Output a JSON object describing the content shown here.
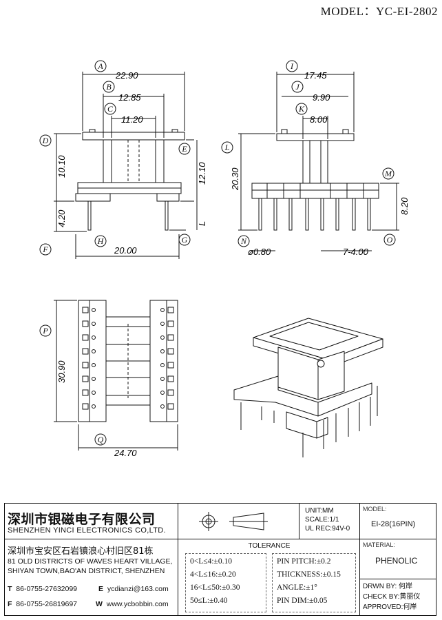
{
  "model": "MODEL：YC-EI-2802",
  "dimensions": {
    "A": "22.90",
    "B": "12.85",
    "C": "11.20",
    "D": "10.10",
    "E": "12.10",
    "F": "4.20",
    "G": "L",
    "H": "20.00",
    "I": "17.45",
    "J": "9.90",
    "K": "8.00",
    "L": "20.30",
    "M": "8.20",
    "N": "ø0.80",
    "O": "7-4.00",
    "P": "30.90",
    "Q": "24.70"
  },
  "circle_labels": [
    "A",
    "B",
    "C",
    "D",
    "E",
    "F",
    "G",
    "H",
    "I",
    "J",
    "K",
    "L",
    "M",
    "N",
    "O",
    "P",
    "Q"
  ],
  "company": {
    "name_cn": "深圳市银磁电子有限公司",
    "name_en": "SHENZHEN YINCI ELECTRONICS CO,LTD.",
    "addr_cn": "深圳市宝安区石岩镇浪心村旧区81栋",
    "addr_en1": "81 OLD DISTRICTS OF WAVES HEART VILLAGE,",
    "addr_en2": "SHIYAN TOWN,BAO'AN DISTRICT, SHENZHEN",
    "tel_label": "T",
    "tel": "86-0755-27632099",
    "email_label": "E",
    "email": "ycdianzi@163.com",
    "fax_label": "F",
    "fax": "86-0755-26819697",
    "web_label": "W",
    "web": "www.ycbobbin.com"
  },
  "unit": "UNIT:MM",
  "scale": "SCALE:1/1",
  "ul": "UL REC:94V-0",
  "model_label": "MODEL:",
  "model_value": "EI-28(16PIN)",
  "material_label": "MATERIAL:",
  "material_value": "PHENOLIC",
  "tolerance_title": "TOLERANCE",
  "tolerances": [
    "0<L≤4:±0.10",
    "4<L≤16:±0.20",
    "16<L≤50:±0.30",
    "50≤L:±0.40"
  ],
  "tolerances_right": [
    "PIN PITCH:±0.2",
    "THICKNESS:±0.15",
    "ANGLE:±1°",
    "PIN DIM:±0.05"
  ],
  "drawn": "DRWN BY: 何岸",
  "check": "CHECK BY:黄丽仪",
  "approved": "APPROVED:何岸"
}
